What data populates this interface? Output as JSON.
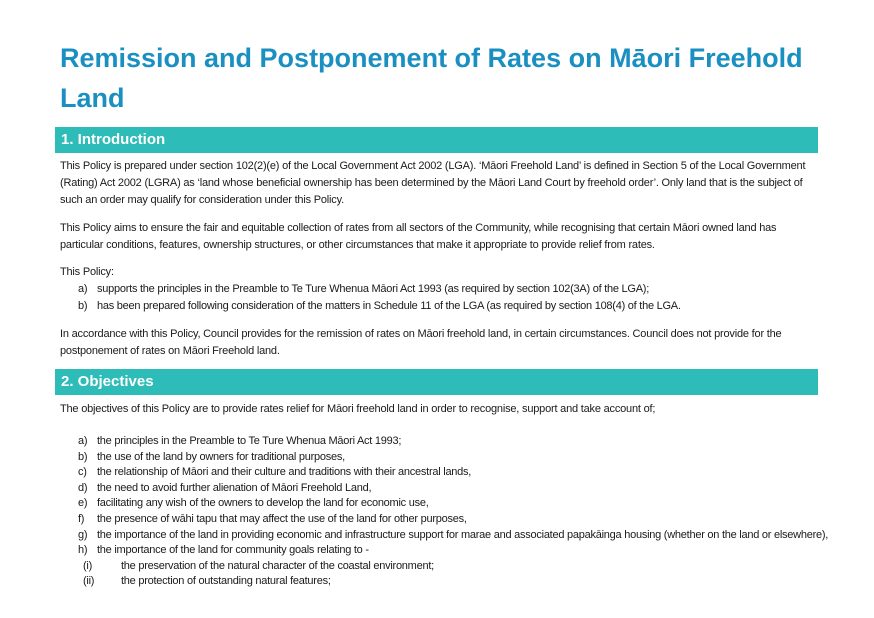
{
  "title": "Remission and Postponement of Rates on Māori Freehold Land",
  "sections": [
    {
      "heading": "1. Introduction",
      "paragraphs": [
        "This Policy is prepared under section 102(2)(e) of the Local Government Act 2002 (LGA). ‘Māori Freehold Land’ is defined in Section 5 of the Local Government (Rating) Act 2002 (LGRA) as ‘land whose beneficial ownership has been determined by the Māori Land Court by freehold order’. Only land that is the subject of such an order may qualify for consideration under this Policy.",
        "This Policy aims to ensure the fair and equitable collection of rates from all sectors of the Community, while recognising that certain Māori owned land has particular conditions, features, ownership structures, or other circumstances that make it appropriate to provide relief from rates.",
        "This Policy:",
        "In accordance with this Policy, Council provides for the remission of rates on Māori freehold land, in certain circumstances.  Council does not provide for the postponement of rates on Māori Freehold land."
      ],
      "list": [
        {
          "marker": "a)",
          "text": "supports the principles in the Preamble to Te Ture Whenua Māori Act 1993 (as required by section 102(3A) of the LGA);"
        },
        {
          "marker": "b)",
          "text": "has been prepared following consideration of the matters in Schedule 11 of the LGA (as required by section 108(4) of the LGA."
        }
      ]
    },
    {
      "heading": "2. Objectives",
      "paragraphs": [
        "The objectives of this Policy are to provide rates relief for Māori freehold land in order to recognise, support and take account of;"
      ],
      "list": [
        {
          "marker": "a)",
          "text": "the principles in the Preamble to Te Ture Whenua Māori Act 1993;"
        },
        {
          "marker": "b)",
          "text": "the use of the land by owners for traditional purposes,"
        },
        {
          "marker": "c)",
          "text": "the relationship of Māori and their culture and traditions with their ancestral lands,"
        },
        {
          "marker": "d)",
          "text": "the need to avoid further alienation of Māori Freehold Land,"
        },
        {
          "marker": "e)",
          "text": "facilitating any wish of the owners to develop the land for economic use,"
        },
        {
          "marker": "f)",
          "text": "the presence of wāhi tapu that may affect the use of the land for other purposes,"
        },
        {
          "marker": "g)",
          "text": "the importance of the land in providing economic and infrastructure support for marae and associated papakāinga housing (whether on the land or elsewhere),"
        },
        {
          "marker": "h)",
          "text": "the importance of the land for community goals relating to -"
        },
        {
          "marker": "(i)",
          "text": "the preservation of the natural character of the coastal environment;"
        },
        {
          "marker": "(ii)",
          "text": "the protection of outstanding natural features;"
        }
      ]
    }
  ]
}
